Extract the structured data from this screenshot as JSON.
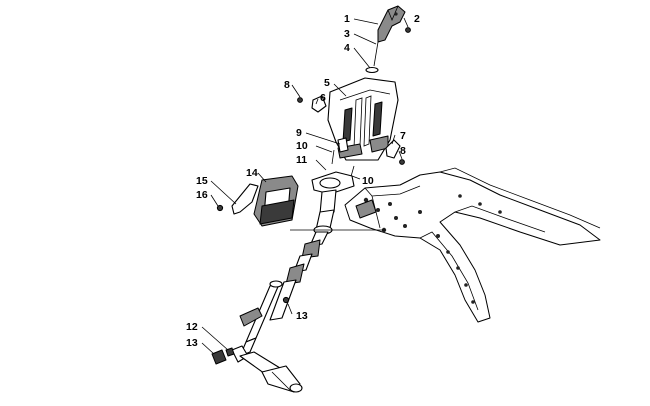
{
  "callouts": {
    "c1": "1",
    "c2": "2",
    "c3": "3",
    "c4": "4",
    "c5": "5",
    "c6": "6",
    "c7": "7",
    "c8a": "8",
    "c8b": "8",
    "c9": "9",
    "c10a": "10",
    "c10b": "10",
    "c11": "11",
    "c12": "12",
    "c13a": "13",
    "c13b": "13",
    "c14": "14",
    "c15": "15",
    "c16": "16"
  },
  "colors": {
    "ink": "#000000",
    "background": "#ffffff",
    "shading": "#3a3a3a"
  }
}
